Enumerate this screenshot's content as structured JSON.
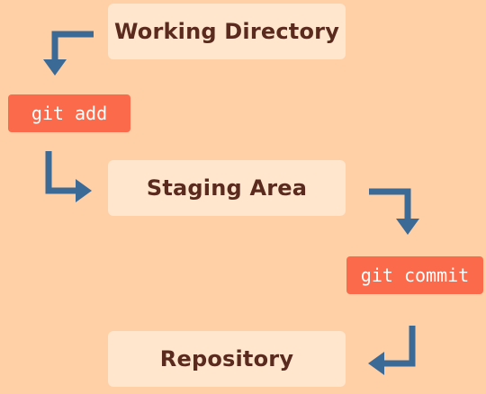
{
  "stages": {
    "working_directory": "Working Directory",
    "staging_area": "Staging Area",
    "repository": "Repository"
  },
  "commands": {
    "add": "git add",
    "commit": "git commit"
  },
  "colors": {
    "background": "#ffd0a6",
    "stage_box": "#ffe6cc",
    "stage_text": "#5b2a1e",
    "command_box": "#fb6a4a",
    "command_text": "#ffffff",
    "arrow": "#3b6a96"
  }
}
